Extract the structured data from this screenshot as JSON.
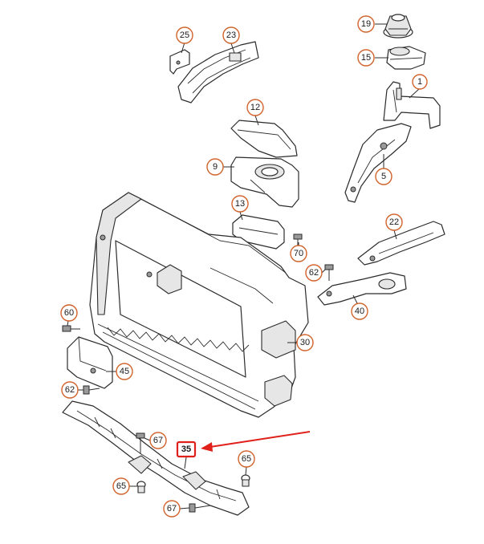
{
  "diagram": {
    "highlight_color": "#e0201b",
    "callout_color": "#d2622b",
    "highlighted_label": "35",
    "callouts": [
      {
        "id": "c19",
        "label": "19"
      },
      {
        "id": "c25",
        "label": "25"
      },
      {
        "id": "c23",
        "label": "23"
      },
      {
        "id": "c15",
        "label": "15"
      },
      {
        "id": "c1",
        "label": "1"
      },
      {
        "id": "c12",
        "label": "12"
      },
      {
        "id": "c9",
        "label": "9"
      },
      {
        "id": "c5",
        "label": "5"
      },
      {
        "id": "c13",
        "label": "13"
      },
      {
        "id": "c22",
        "label": "22"
      },
      {
        "id": "c70",
        "label": "70"
      },
      {
        "id": "c62a",
        "label": "62"
      },
      {
        "id": "c60",
        "label": "60"
      },
      {
        "id": "c40",
        "label": "40"
      },
      {
        "id": "c30",
        "label": "30"
      },
      {
        "id": "c45",
        "label": "45"
      },
      {
        "id": "c62b",
        "label": "62"
      },
      {
        "id": "c67a",
        "label": "67"
      },
      {
        "id": "c65a",
        "label": "65"
      },
      {
        "id": "c65b",
        "label": "65"
      },
      {
        "id": "c67b",
        "label": "67"
      }
    ]
  }
}
